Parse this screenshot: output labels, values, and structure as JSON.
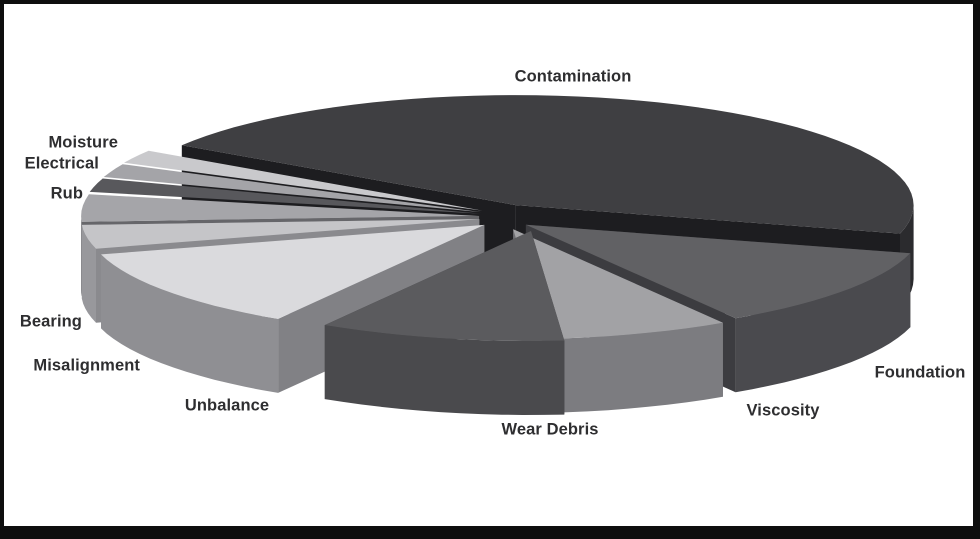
{
  "figure": {
    "description": "3D exploded pie chart, grayscale, on white background with black frame",
    "background_color": "#ffffff",
    "frame_color": "#0e0e0e",
    "label_text_color": "#2e2e30"
  },
  "chart_data": {
    "type": "pie",
    "style": "3d-exploded",
    "title": "",
    "legend": "none",
    "data_labels_shown": false,
    "values_estimated_from_angles": true,
    "unit": "percent",
    "start_angle_deg": -15,
    "direction": "counterclockwise",
    "slices": [
      {
        "label": "Contamination",
        "value": 45,
        "color_top": "#3f3f42",
        "color_side": "#2b2b2e"
      },
      {
        "label": "Moisture",
        "value": 2,
        "color_top": "#c9c9cc",
        "color_side": "#a6a6aa"
      },
      {
        "label": "Electrical",
        "value": 2,
        "color_top": "#a4a4a8",
        "color_side": "#8a8a8e"
      },
      {
        "label": "Rub",
        "value": 2,
        "color_top": "#58585c",
        "color_side": "#48484c"
      },
      {
        "label": "Bearing",
        "value": 4,
        "color_top": "#a5a5a9",
        "color_side": "#747478"
      },
      {
        "label": "Misalignment",
        "value": 3.5,
        "color_top": "#c5c5c8",
        "color_side": "#98989c"
      },
      {
        "label": "Unbalance",
        "value": 12,
        "color_top": "#dadadd",
        "color_side": "#8f8f93"
      },
      {
        "label": "Wear Debris",
        "value": 10,
        "color_top": "#5b5b5e",
        "color_side": "#4a4a4d"
      },
      {
        "label": "Viscosity",
        "value": 7.5,
        "color_top": "#a2a2a5",
        "color_side": "#7c7c80"
      },
      {
        "label": "Foundation",
        "value": 12,
        "color_top": "#616164",
        "color_side": "#4a4a4e"
      }
    ]
  }
}
